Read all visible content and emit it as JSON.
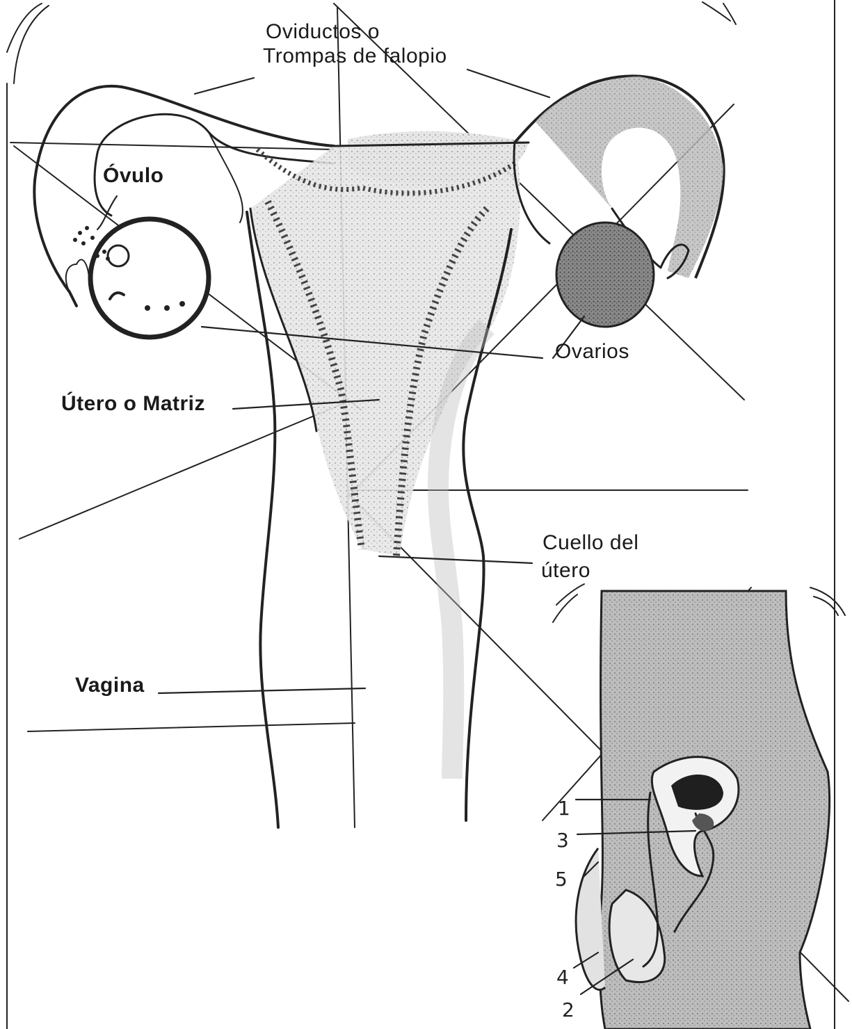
{
  "labels": {
    "oviductos_line1": "Oviductos o",
    "oviductos_line2": "Trompas de falopio",
    "ovulo": "Óvulo",
    "ovarios": "Ovarios",
    "utero": "Útero o Matriz",
    "cuello_line1": "Cuello del",
    "cuello_line2": "útero",
    "vagina": "Vagina"
  },
  "inset_numbers": {
    "n1": "1",
    "n2": "2",
    "n3": "3",
    "n4": "4",
    "n5": "5"
  },
  "colors": {
    "ink": "#222222",
    "shade_light": "#d8d8d8",
    "shade_mid": "#a9a9a9",
    "shade_dark": "#555555",
    "background": "#ffffff"
  }
}
